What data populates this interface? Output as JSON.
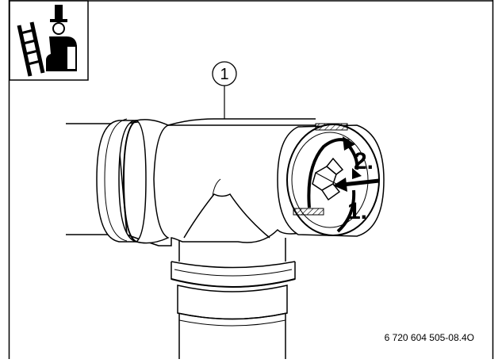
{
  "figure": {
    "callout_number": "1",
    "step_rotate_label": "2.",
    "step_push_label": "1.",
    "reference_code": "6 720 604 505-08.4O"
  },
  "icons": {
    "target_group_icon": "chimney-sweep-with-ladder-icon"
  },
  "colors": {
    "line": "#000000",
    "background": "#ffffff",
    "hatch": "#000000"
  }
}
